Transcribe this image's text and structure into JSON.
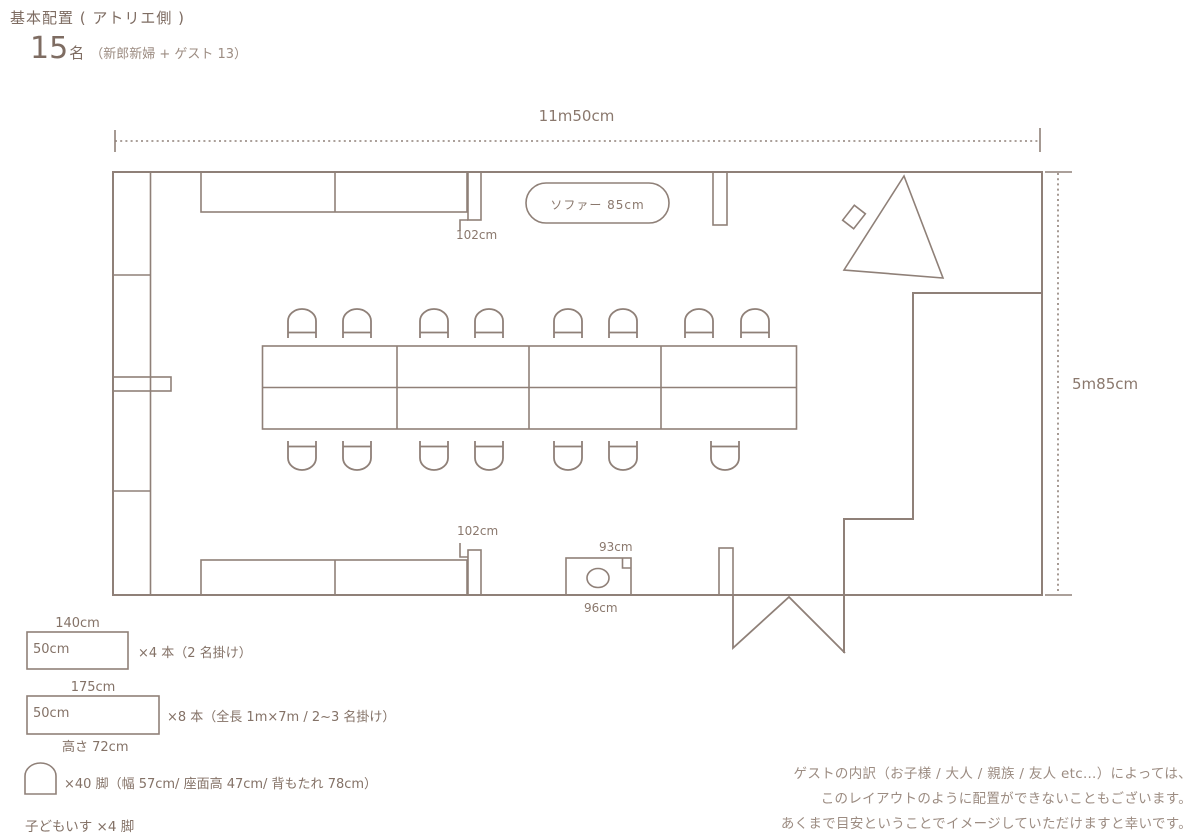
{
  "header": {
    "title": "基本配置 ( アトリエ側 )",
    "capacity_count": "15",
    "capacity_unit": "名",
    "capacity_note": "（新郎新婦 + ゲスト 13）"
  },
  "dimensions": {
    "room_width": "11m50cm",
    "room_height": "5m85cm"
  },
  "plan_labels": {
    "sofa": "ソファー 85cm",
    "door_top": "102cm",
    "door_bottom": "102cm",
    "counter_width_top": "93cm",
    "counter_width_bottom": "96cm"
  },
  "legend": {
    "table_small_length": "140cm",
    "table_small_depth": "50cm",
    "table_small_note": "×4 本（2 名掛け）",
    "table_large_length": "175cm",
    "table_large_depth": "50cm",
    "table_large_note": "×8 本（全長 1m×7m / 2~3 名掛け）",
    "table_height_note": "高さ 72cm",
    "chair_note": "×40 脚（幅 57cm/ 座面高 47cm/ 背もたれ 78cm）",
    "kids_chair_note": "子どもいす ×4 脚"
  },
  "disclaimer": {
    "line1": "ゲストの内訳（お子様 / 大人 / 親族 / 友人 etc…）によっては、",
    "line2": "このレイアウトのように配置ができないこともございます。",
    "line3": "あくまで目安ということでイメージしていただけますと幸いです。"
  },
  "colors": {
    "line": "#8f8078",
    "text": "#847267",
    "muted": "#9c8c82"
  },
  "plan": {
    "chairs_top_x": [
      302,
      357,
      434,
      489,
      568,
      623,
      699,
      755
    ],
    "chairs_bottom_x": [
      302,
      357,
      434,
      489,
      568,
      623,
      725
    ],
    "table_dividers_x": [
      397,
      529,
      661
    ]
  }
}
